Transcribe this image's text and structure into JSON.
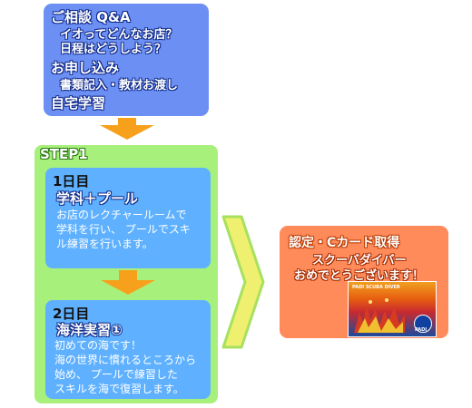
{
  "consult": {
    "heading": "ご相談 Q&A",
    "line1": "イオってどんなお店？",
    "line2": "日程はどうしよう？",
    "apply_heading": "お申し込み",
    "apply_line": "書類記入・教材お渡し",
    "study": "自宅学習"
  },
  "step": {
    "label": "STEP1",
    "day1": {
      "title": "1日目",
      "subtitle": "学科＋プール",
      "desc1": "お店のレクチャールームで",
      "desc2": "学科を行い、 プールでスキ",
      "desc3": "ル練習を行います。"
    },
    "day2": {
      "title": "2日目",
      "subtitle": "海洋実習①",
      "desc1": "初めての海です！",
      "desc2": "海の世界に慣れるところから",
      "desc3": "始め、 プールで練習した",
      "desc4": "スキルを海で復習します。"
    }
  },
  "cert": {
    "title": "認定・Cカード取得",
    "line1": "スクーバダイバー",
    "line2": "おめでとうございます！"
  },
  "card": {
    "title": "PADI SCUBA DIVER",
    "logo": "PADI"
  },
  "colors": {
    "consult_box": "#6b8ff2",
    "arrow": "#f7a01c",
    "step_panel": "#a8f07c",
    "day_box": "#5fb1ff",
    "chevron": "#f0f070",
    "cert_box": "#ff8a5a"
  }
}
